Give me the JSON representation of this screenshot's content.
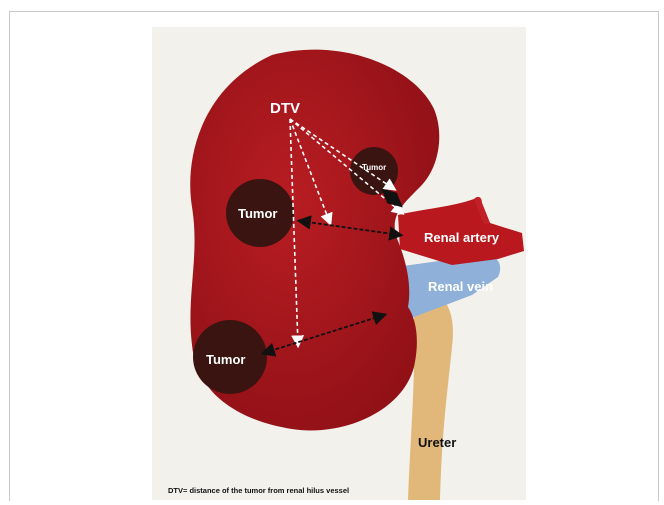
{
  "figure": {
    "labels": {
      "dtv": "DTV",
      "tumor_upper": "Tumor",
      "tumor_middle": "Tumor",
      "tumor_lower": "Tumor",
      "renal_artery": "Renal artery",
      "renal_vein": "Renal vein",
      "ureter": "Ureter"
    },
    "caption": "DTV= distance of the tumor from renal hilus vessel",
    "colors": {
      "kidney": "#a8161c",
      "tumor": "#3a1410",
      "renal_vein": "#8fb0d8",
      "ureter": "#e2b87a",
      "artery": "#b8181e",
      "label_text": "#ffffff",
      "caption_text": "#111111"
    }
  }
}
